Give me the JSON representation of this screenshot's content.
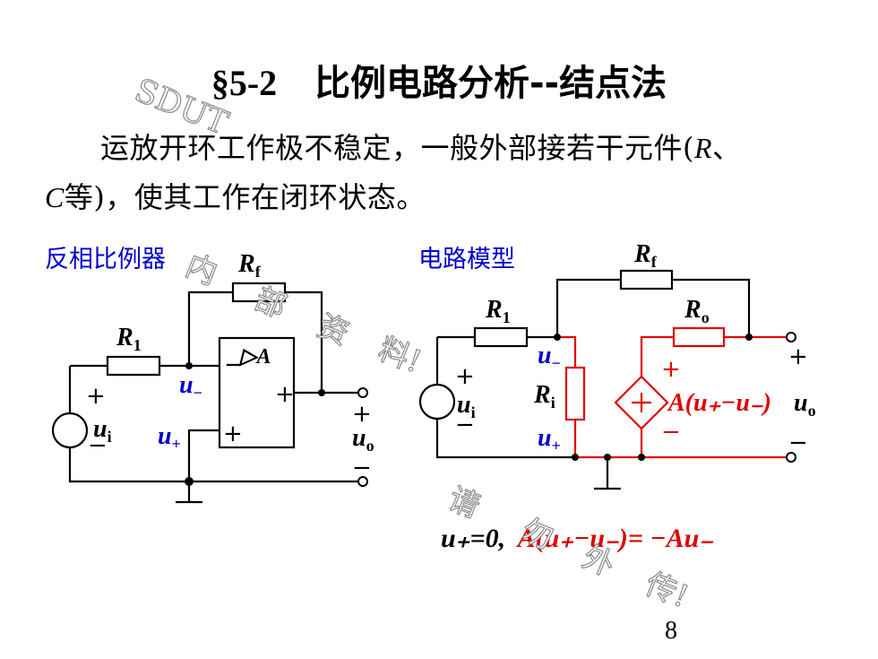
{
  "title": {
    "section": "§5-2",
    "text": "比例电路分析--结点法"
  },
  "paragraph": {
    "line1": "运放开环工作极不稳定，一般外部接若干元件(",
    "R": "R",
    "sep": "、",
    "C": "C",
    "line2": "等)，使其工作在闭环状态。"
  },
  "left_circuit": {
    "caption": "反相比例器",
    "Rf": "R",
    "Rf_sub": "f",
    "R1": "R",
    "R1_sub": "1",
    "opamp": "▷A",
    "u_minus": "u",
    "u_minus_sub": "−",
    "u_plus": "u",
    "u_plus_sub": "+",
    "ui": "u",
    "ui_sub": "i",
    "uo": "u",
    "uo_sub": "o",
    "plus": "+",
    "minus": "−"
  },
  "right_circuit": {
    "caption": "电路模型",
    "Rf": "R",
    "Rf_sub": "f",
    "R1": "R",
    "R1_sub": "1",
    "Ro": "R",
    "Ro_sub": "o",
    "Ri": "R",
    "Ri_sub": "i",
    "u_minus": "u",
    "u_minus_sub": "−",
    "u_plus": "u",
    "u_plus_sub": "+",
    "ui": "u",
    "ui_sub": "i",
    "uo": "u",
    "uo_sub": "o",
    "dep_source": "A(u₊−u₋)",
    "plus": "+",
    "minus": "−"
  },
  "equation": {
    "part1": "u₊=0,",
    "part2": "A(u₊−u₋)= −Au₋"
  },
  "watermark": {
    "sdut": "SDUT",
    "c1": "内",
    "c2": "部",
    "c3": "资",
    "c4": "料!",
    "c5": "请",
    "c6": "勿",
    "c7": "外",
    "c8": "传!"
  },
  "page_number": "8",
  "colors": {
    "accent_blue": "#0000cc",
    "accent_red": "#e00000"
  }
}
